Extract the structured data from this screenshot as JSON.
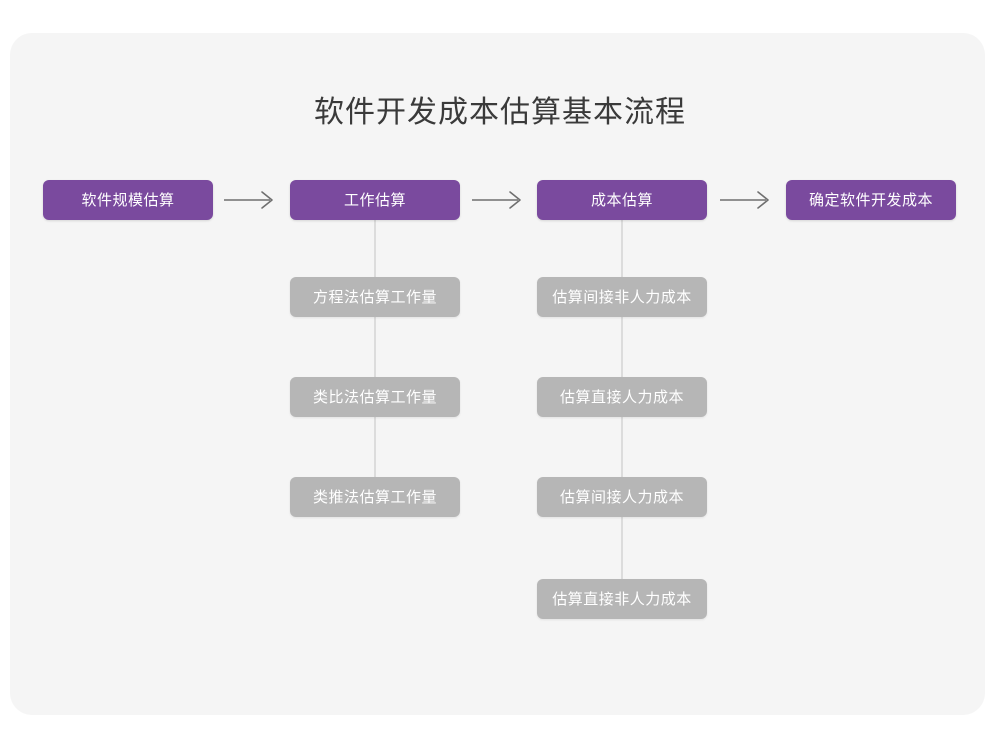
{
  "page": {
    "title": "软件开发成本估算基本流程",
    "card_bg": "#f5f5f5",
    "page_bg": "#ffffff",
    "title_color": "#3a3a3a",
    "primary_color": "#7a4a9e",
    "secondary_color": "#b6b6b6",
    "connector_color": "#dcdcdc",
    "arrow_color": "#6f6f6f"
  },
  "flow": {
    "stages": [
      {
        "id": "stage-1",
        "label": "软件规模估算",
        "sub_items": []
      },
      {
        "id": "stage-2",
        "label": "工作估算",
        "sub_items": [
          {
            "label": "方程法估算工作量"
          },
          {
            "label": "类比法估算工作量"
          },
          {
            "label": "类推法估算工作量"
          }
        ]
      },
      {
        "id": "stage-3",
        "label": "成本估算",
        "sub_items": [
          {
            "label": "估算间接非人力成本"
          },
          {
            "label": "估算直接人力成本"
          },
          {
            "label": "估算间接人力成本"
          },
          {
            "label": "估算直接非人力成本"
          }
        ]
      },
      {
        "id": "stage-4",
        "label": "确定软件开发成本",
        "sub_items": []
      }
    ],
    "arrows": [
      {
        "name": "arrow-stage1-to-stage2",
        "glyph": "long-right-arrow-icon"
      },
      {
        "name": "arrow-stage2-to-stage3",
        "glyph": "long-right-arrow-icon"
      },
      {
        "name": "arrow-stage3-to-stage4",
        "glyph": "long-right-arrow-icon"
      }
    ]
  }
}
